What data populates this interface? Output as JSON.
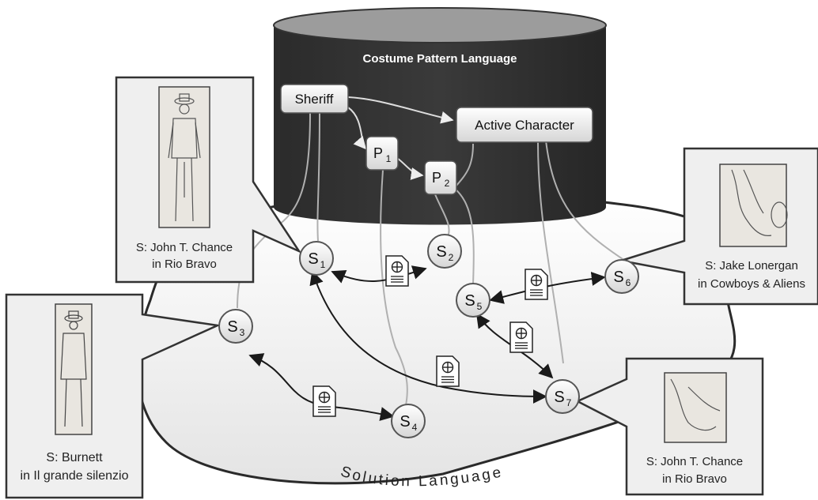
{
  "pattern_language": {
    "title": "Costume Pattern Language",
    "patterns": {
      "sheriff": "Sheriff",
      "active": "Active Character",
      "p1": "P",
      "p1_sub": "1",
      "p2": "P",
      "p2_sub": "2"
    }
  },
  "solution_language": {
    "label": "Solution Language"
  },
  "solutions": {
    "s1": {
      "letter": "S",
      "sub": "1"
    },
    "s2": {
      "letter": "S",
      "sub": "2"
    },
    "s3": {
      "letter": "S",
      "sub": "3"
    },
    "s4": {
      "letter": "S",
      "sub": "4"
    },
    "s5": {
      "letter": "S",
      "sub": "5"
    },
    "s6": {
      "letter": "S",
      "sub": "6"
    },
    "s7": {
      "letter": "S",
      "sub": "7"
    }
  },
  "callouts": {
    "chance_top": {
      "line1": "S: John T. Chance",
      "line2": "in Rio Bravo"
    },
    "burnett": {
      "line1": "S: Burnett",
      "line2": "in Il grande silenzio"
    },
    "lonergan": {
      "line1": "S: Jake Lonergan",
      "line2": "in Cowboys & Aliens"
    },
    "chance_bottom": {
      "line1": "S: John T. Chance",
      "line2": "in Rio Bravo"
    }
  },
  "icons": {
    "document": "document-plus-icon"
  },
  "colors": {
    "cylinder": "#333333",
    "cylinder_top": "#999999",
    "blob": "#f2f2f2",
    "node_stroke": "#555555",
    "link": "#aaaaaa",
    "arrow": "#1a1a1a"
  }
}
